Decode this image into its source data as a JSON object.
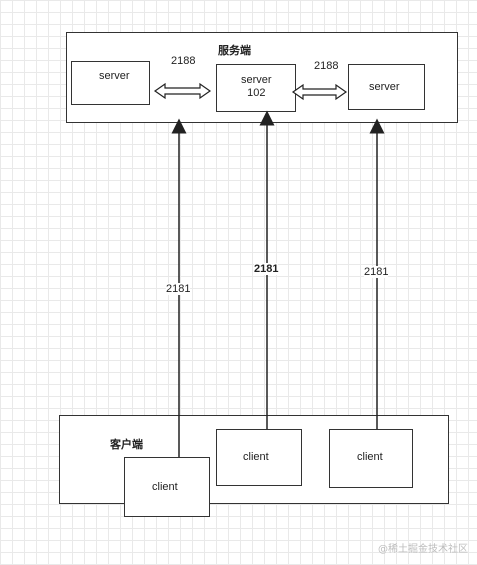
{
  "server_group": {
    "title": "服务端",
    "servers": [
      "server",
      "server\n102",
      "server"
    ],
    "links": [
      "2188",
      "2188"
    ]
  },
  "client_group": {
    "title": "客户端",
    "clients": [
      "client",
      "client",
      "client"
    ]
  },
  "connections": [
    "2181",
    "2181",
    "2181"
  ],
  "watermark": "@稀土掘金技术社区"
}
